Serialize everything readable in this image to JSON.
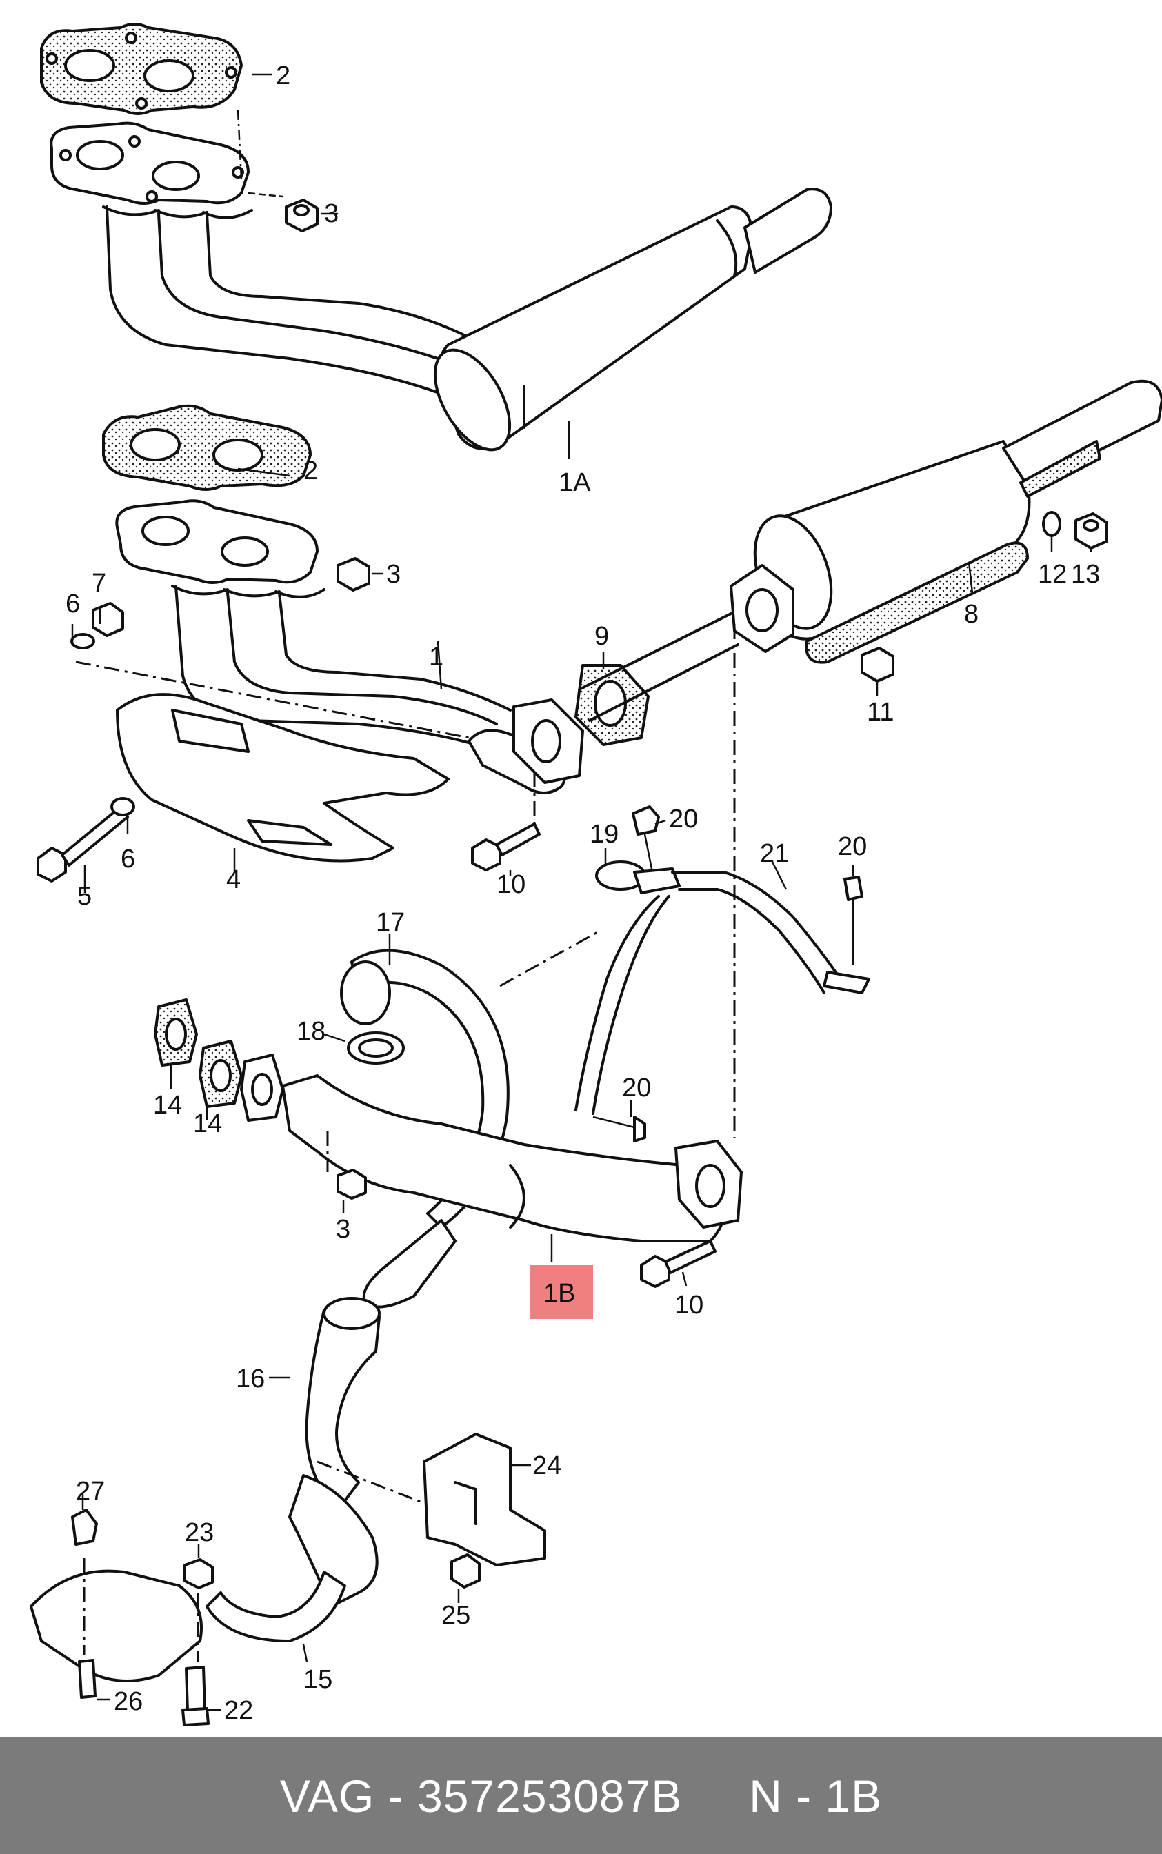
{
  "callouts": {
    "c2a": "2",
    "c3a": "3",
    "c1A": "1A",
    "c2b": "2",
    "c3b": "3",
    "c6a": "6",
    "c7": "7",
    "c1": "1",
    "c9": "9",
    "c8": "8",
    "c12": "12",
    "c13": "13",
    "c11": "11",
    "c5": "5",
    "c6b": "6",
    "c4": "4",
    "c10a": "10",
    "c19": "19",
    "c20a": "20",
    "c21": "21",
    "c20b": "20",
    "c17": "17",
    "c18": "18",
    "c14a": "14",
    "c14b": "14",
    "c20c": "20",
    "c3c": "3",
    "c1B": "1B",
    "c10b": "10",
    "c16": "16",
    "c24": "24",
    "c27": "27",
    "c23": "23",
    "c25": "25",
    "c15": "15",
    "c26": "26",
    "c22": "22"
  },
  "highlight_color": "#f08080",
  "footer": {
    "text": "VAG - 357253087B     N - 1B",
    "background": "#7b7b7b"
  }
}
